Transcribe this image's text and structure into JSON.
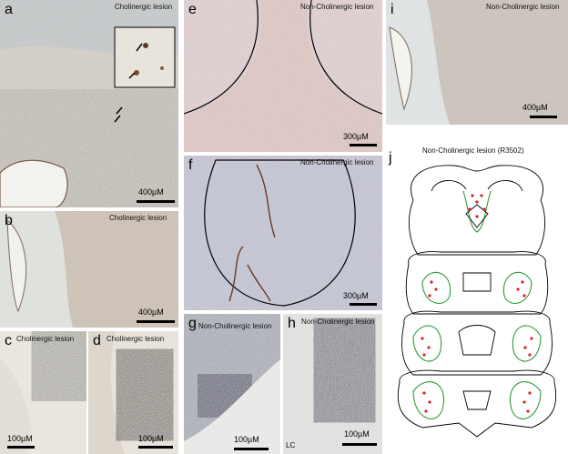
{
  "panels": {
    "a": {
      "letter": "a",
      "caption": "Cholinergic lesion",
      "scale": "400µM"
    },
    "b": {
      "letter": "b",
      "caption": "Cholinergic lesion",
      "scale": "400µM"
    },
    "c": {
      "letter": "c",
      "caption": "Cholinergic lesion",
      "scale": "100µM"
    },
    "d": {
      "letter": "d",
      "caption": "Cholinergic lesion",
      "scale": "100µM"
    },
    "e": {
      "letter": "e",
      "caption": "Non-Cholinergic lesion",
      "scale": "300µM"
    },
    "f": {
      "letter": "f",
      "caption": "Non-Cholinergic lesion",
      "scale": "300µM"
    },
    "g": {
      "letter": "g",
      "caption": "Non-Cholinergic lesion",
      "scale": "100µM"
    },
    "h": {
      "letter": "h",
      "caption": "Non-Cholinergic lesion",
      "scale": "100µM",
      "extra": "LC"
    },
    "i": {
      "letter": "i",
      "caption": "Non-Cholinergic lesion",
      "scale": "400µM"
    },
    "j": {
      "letter": "j",
      "caption": "Non-Cholinergic lesion (R3502)"
    }
  },
  "colors": {
    "tissue_light": "#dcd6cd",
    "tissue_blue": "#c9cfd6",
    "stain_brown": "#8a5a3a",
    "diagram_outline": "#000000",
    "lesion_outline": "#2e9a3c",
    "lesion_dots": "#e0202a"
  }
}
